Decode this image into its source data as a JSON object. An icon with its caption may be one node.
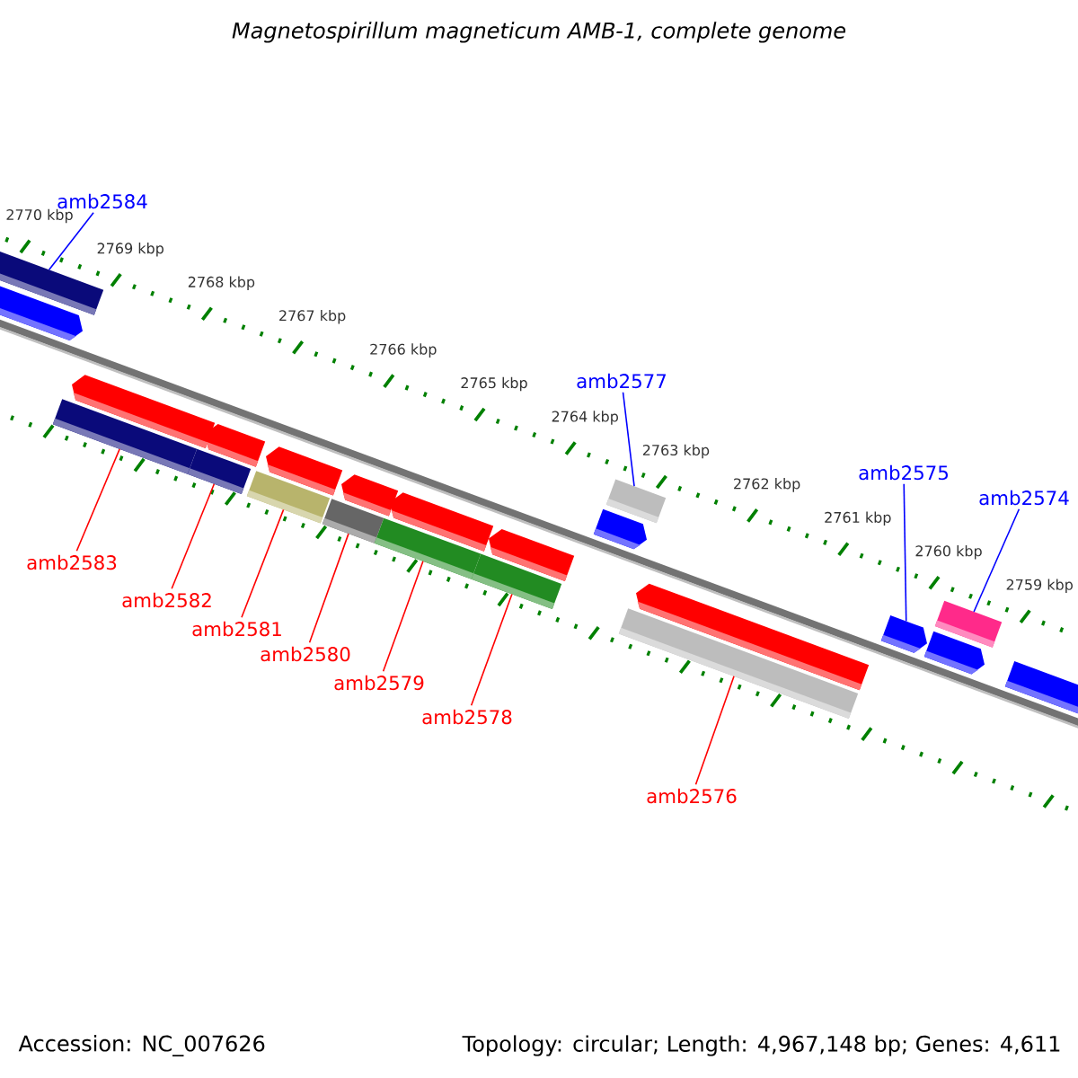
{
  "diagram": {
    "title": "Magnetospirillum magneticum AMB-1, complete genome",
    "nodes": [
      {
        "text": [
          "amb2584"
        ]
      },
      {
        "text": [
          "amb2577"
        ]
      },
      {
        "text": [
          "amb2575"
        ]
      },
      {
        "text": [
          "amb2574"
        ]
      },
      {
        "text": [
          "amb2583"
        ]
      },
      {
        "text": [
          "amb2582"
        ]
      },
      {
        "text": [
          "amb2581"
        ]
      },
      {
        "text": [
          "amb2580"
        ]
      },
      {
        "text": [
          "amb2579"
        ]
      },
      {
        "text": [
          "amb2578"
        ]
      },
      {
        "text": [
          "amb2576"
        ]
      },
      {
        "text": [],
        "shape": "bar"
      },
      {
        "text": [],
        "shape": "bar"
      },
      {
        "text": [],
        "shape": "bar"
      },
      {
        "text": [],
        "shape": "bar"
      },
      {
        "text": [],
        "shape": "bar"
      },
      {
        "text": [],
        "shape": "bar"
      },
      {
        "text": [],
        "shape": "bar"
      },
      {
        "text": [],
        "shape": "bar"
      },
      {
        "text": [],
        "shape": "bar"
      },
      {
        "text": [],
        "shape": "bar"
      },
      {
        "text": [],
        "shape": "bar"
      },
      {
        "text": [],
        "shape": "bar"
      },
      {
        "text": [],
        "shape": "bar"
      },
      {
        "text": [],
        "shape": "bar"
      },
      {
        "text": [],
        "shape": "bar"
      },
      {
        "text": [],
        "shape": "bar"
      },
      {
        "text": [],
        "shape": "bar"
      },
      {
        "text": [],
        "shape": "bar"
      },
      {
        "text": [],
        "shape": "bar"
      },
      {
        "text": [],
        "shape": "bar"
      },
      {
        "text": [],
        "shape": "bar"
      },
      {
        "text": [],
        "shape": "bar"
      }
    ],
    "edges": [
      {
        "from": 0,
        "to": 11,
        "arrow": "none",
        "color": "#0000ff"
      },
      {
        "from": 1,
        "to": 12,
        "arrow": "none",
        "color": "#0000ff"
      },
      {
        "from": 2,
        "to": 16,
        "arrow": "none",
        "color": "#0000ff"
      },
      {
        "from": 3,
        "to": 13,
        "arrow": "none",
        "color": "#0000ff"
      },
      {
        "from": 4,
        "to": 26,
        "arrow": "none"
      },
      {
        "from": 5,
        "to": 27,
        "arrow": "none"
      },
      {
        "from": 6,
        "to": 28,
        "arrow": "none"
      },
      {
        "from": 7,
        "to": 29,
        "arrow": "none"
      },
      {
        "from": 8,
        "to": 30,
        "arrow": "none"
      },
      {
        "from": 9,
        "to": 31,
        "arrow": "none"
      },
      {
        "from": 10,
        "to": 32,
        "arrow": "none"
      }
    ],
    "labels": [
      "2770 kbp",
      "2769 kbp",
      "2768 kbp",
      "2767 kbp",
      "2766 kbp",
      "2765 kbp",
      "2764 kbp",
      "2763 kbp",
      "2762 kbp",
      "2761 kbp",
      "2760 kbp",
      "2759 kbp",
      "Accession: NC_007626",
      "Topology: circular; Length: 4,967,148 bp; Genes: 4,611"
    ]
  }
}
